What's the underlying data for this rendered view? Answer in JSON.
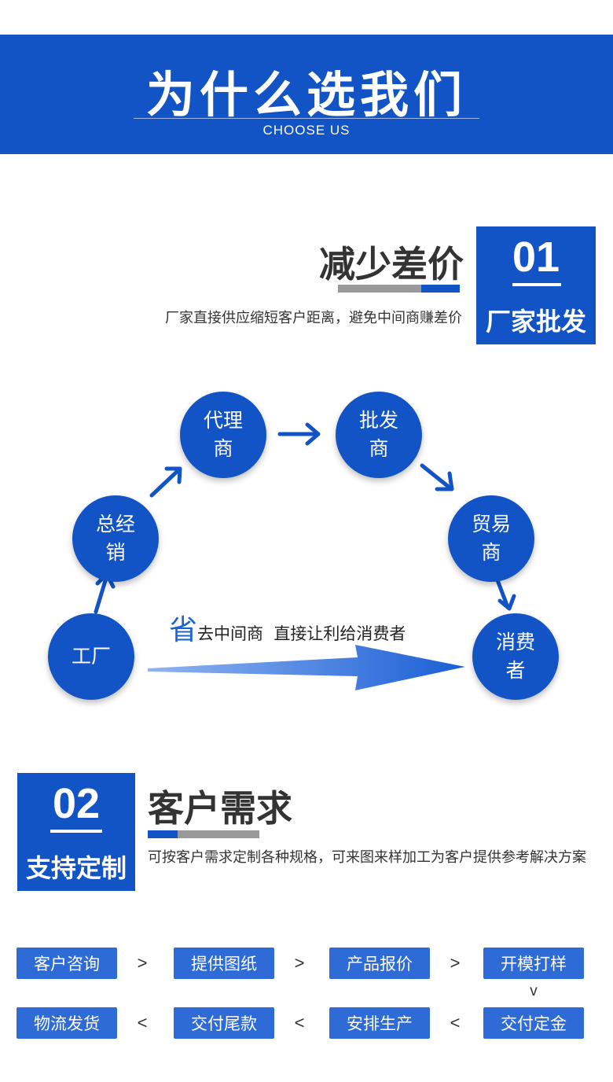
{
  "header": {
    "title": "为什么选我们",
    "subtitle": "CHOOSE US"
  },
  "section1": {
    "title": "减少差价",
    "description": "厂家直接供应缩短客户距离，避免中间商赚差价",
    "badge_number": "01",
    "badge_label": "厂家批发"
  },
  "diagram": {
    "nodes": [
      "工厂",
      "总经销",
      "代理商",
      "批发商",
      "贸易商",
      "消费者"
    ],
    "saying_big": "省",
    "saying_rest": "去中间商  直接让利给消费者"
  },
  "section2": {
    "badge_number": "02",
    "badge_label": "支持定制",
    "title": "客户需求",
    "description": "可按客户需求定制各种规格，可来图来样加工为客户提供参考解决方案"
  },
  "process": {
    "row1": [
      "客户咨询",
      "提供图纸",
      "产品报价",
      "开模打样"
    ],
    "row2": [
      "物流发货",
      "交付尾款",
      "安排生产",
      "交付定金"
    ],
    "arrow_forward": ">",
    "arrow_back": "<",
    "arrow_down": "v"
  },
  "colors": {
    "brand_blue": "#1254c6",
    "step_blue": "#2f6bd6",
    "gray_bar": "#999999"
  }
}
